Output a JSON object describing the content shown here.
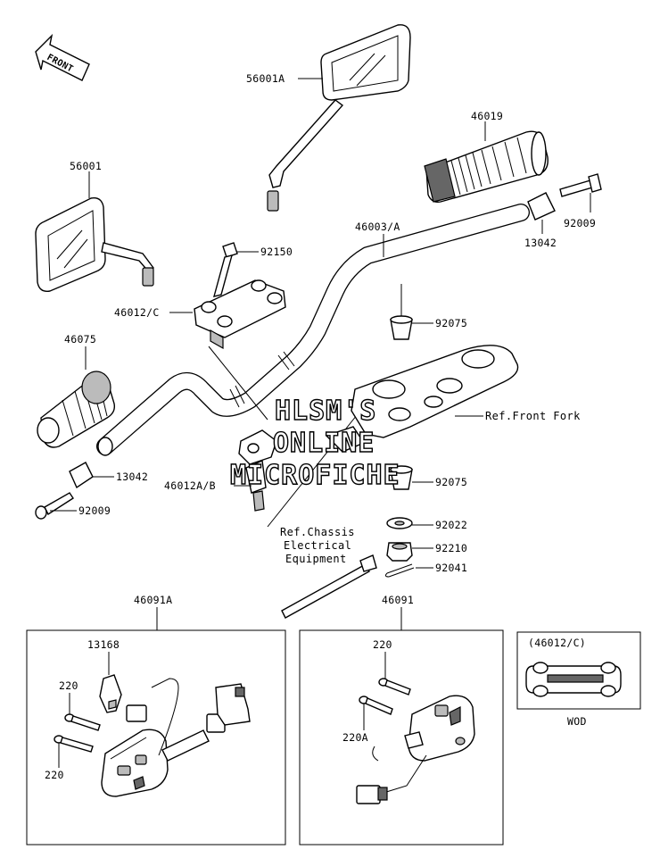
{
  "front_arrow": {
    "label": "FRONT"
  },
  "parts": {
    "mirror_right": "56001A",
    "mirror_left": "56001",
    "grip_right": "46019",
    "end_screw_right": "92009",
    "weight_right": "13042",
    "handlebar": "46003/A",
    "bolt_upper": "92150",
    "holder_upper": "46012/C",
    "grip_left": "46075",
    "spacer_upper": "92075",
    "weight_left": "13042",
    "end_screw_left": "92009",
    "holder_lower": "46012A/B",
    "spacer_lower": "92075",
    "washer": "92022",
    "nut": "92210",
    "cotter_pin": "92041",
    "switch_left": "46091A",
    "switch_right": "46091",
    "clamp": "13168",
    "screw_l1": "220",
    "screw_l2": "220",
    "screw_r1": "220",
    "screw_r2": "220A",
    "inset_part": "(46012/C)"
  },
  "references": {
    "front_fork": "Ref.Front Fork",
    "chassis_1": "Ref.Chassis",
    "chassis_2": "Electrical",
    "chassis_3": "Equipment"
  },
  "inset_caption": "WOD",
  "watermark": {
    "line1": "HLSM'S",
    "line2": "ONLINE",
    "line3": "MICROFICHE"
  }
}
